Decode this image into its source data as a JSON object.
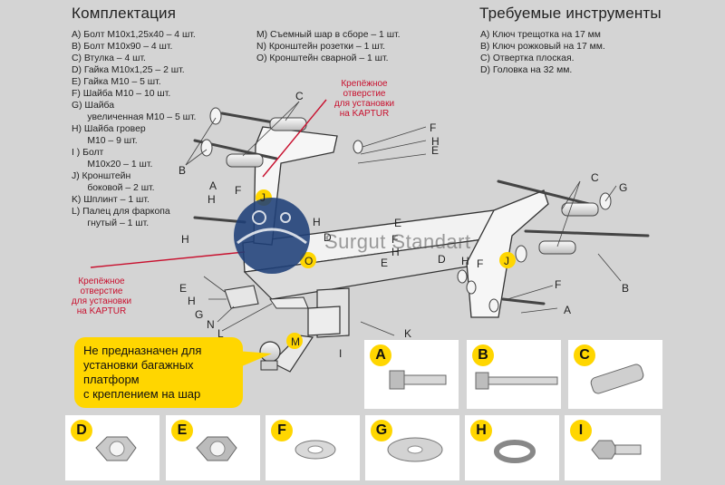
{
  "kit": {
    "title": "Комплектация",
    "col1": [
      "A) Болт М10х1,25х40 – 4 шт.",
      "B) Болт М10х90 – 4 шт.",
      "C) Втулка – 4 шт.",
      "D) Гайка М10х1,25 – 2 шт.",
      "E) Гайка М10 – 5 шт.",
      "F) Шайба М10 – 10 шт.",
      "G) Шайба",
      "      увеличенная М10 – 5 шт.",
      "H) Шайба гровер",
      "      М10 – 9 шт.",
      "I ) Болт",
      "      М10х20 – 1 шт.",
      "J) Кронштейн",
      "      боковой – 2 шт.",
      "K) Шплинт – 1 шт.",
      "L) Палец для фаркопа",
      "      гнутый – 1 шт."
    ],
    "col2": [
      "M) Съемный шар в сборе – 1 шт.",
      "N) Кронштейн розетки – 1 шт.",
      "O) Кронштейн сварной – 1 шт."
    ]
  },
  "tools": {
    "title": "Требуемые инструменты",
    "items": [
      "A) Ключ трещотка на 17 мм",
      "B) Ключ рожковый на 17 мм.",
      "C) Отвертка плоская.",
      "D) Головка на 32 мм."
    ]
  },
  "annotations": {
    "top": [
      "Крепёжное",
      "отверстие",
      "для установки",
      "на KAPTUR"
    ],
    "left": [
      "Крепёжное",
      "отверстие",
      "для установки",
      "на KAPTUR"
    ]
  },
  "warning": [
    "Не предназначен для",
    "установки багажных",
    "платформ",
    "с креплением на шар"
  ],
  "watermark": "Surgut Standart",
  "diagram_labels": {
    "C1": "C",
    "B1": "B",
    "A1": "A",
    "F1": "F",
    "H1": "H",
    "J1": "J",
    "H2": "H",
    "H3": "H",
    "D1": "D",
    "E1": "E",
    "E2": "E",
    "H4": "H",
    "G1": "G",
    "N1": "N",
    "L1": "L",
    "O1": "O",
    "E3": "E",
    "H5": "H",
    "F2": "F",
    "F3": "F",
    "H6": "H",
    "E4": "E",
    "C2": "C",
    "G2": "G",
    "J2": "J",
    "B2": "B",
    "D2": "D",
    "H7": "H",
    "F4": "F",
    "F5": "F",
    "A2": "A",
    "K1": "K",
    "M1": "M",
    "I1": "I"
  },
  "parts": [
    {
      "letter": "A",
      "icon": "bolt-short-icon"
    },
    {
      "letter": "B",
      "icon": "bolt-long-icon"
    },
    {
      "letter": "C",
      "icon": "bushing-icon"
    },
    {
      "letter": "D",
      "icon": "nut-fine-icon"
    },
    {
      "letter": "E",
      "icon": "nut-icon"
    },
    {
      "letter": "F",
      "icon": "washer-icon"
    },
    {
      "letter": "G",
      "icon": "washer-large-icon"
    },
    {
      "letter": "H",
      "icon": "spring-washer-icon"
    },
    {
      "letter": "I",
      "icon": "bolt-m10x20-icon"
    }
  ],
  "colors": {
    "accent": "#ffd600",
    "note": "#c8102e",
    "background": "#d4d4d4"
  }
}
